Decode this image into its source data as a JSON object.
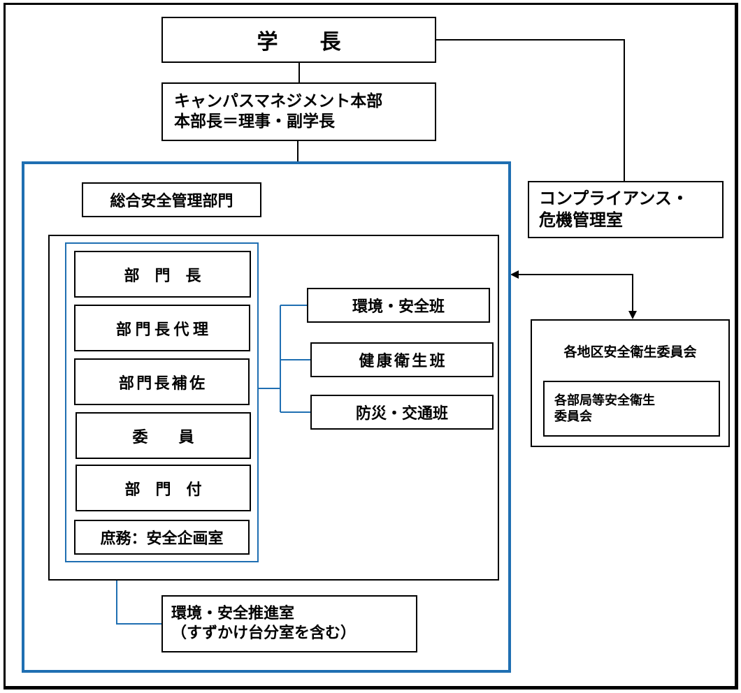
{
  "president": "学　　長",
  "campus_hq": {
    "line1": "キャンパスマネジメント本部",
    "line2": "本部長＝理事・副学長"
  },
  "compliance_office": {
    "line1": "コンプライアンス・",
    "line2": "危機管理室"
  },
  "safety_division": {
    "title": "総合安全管理部門",
    "members": {
      "head": "部　門　長",
      "deputy": "部門長代理",
      "assistant": "部門長補佐",
      "committee_member": "委　　員",
      "attached": "部　門　付",
      "secretariat": "庶務：安全企画室"
    },
    "teams": {
      "environment_safety": "環境・安全班",
      "health_hygiene": "健康衛生班",
      "disaster_traffic": "防災・交通班"
    }
  },
  "promotion_office": {
    "line1": "環境・安全推進室",
    "line2": "（すずかけ台分室を含む）"
  },
  "district_committee": {
    "title": "各地区安全衛生委員会",
    "inner_line1": "各部局等安全衛生",
    "inner_line2": "委員会"
  },
  "colors": {
    "line": "#000000",
    "accent_blue": "#1f6fb2"
  }
}
